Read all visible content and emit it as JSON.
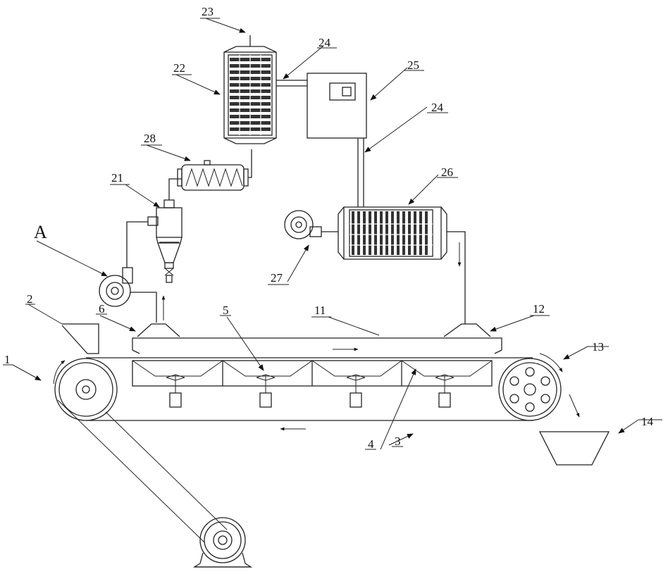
{
  "diagram": {
    "labels": {
      "l1": "1",
      "l2": "2",
      "l3": "3",
      "l4": "4",
      "l5": "5",
      "l6": "6",
      "l11": "11",
      "l12": "12",
      "l13": "13",
      "l14": "14",
      "l21": "21",
      "l22": "22",
      "l23": "23",
      "l24a": "24",
      "l24b": "24",
      "l25": "25",
      "l26": "26",
      "l27": "27",
      "l28": "28",
      "lA": "A"
    }
  }
}
